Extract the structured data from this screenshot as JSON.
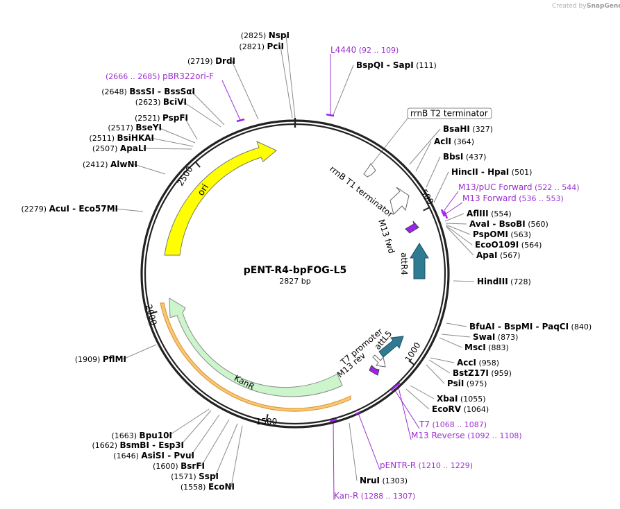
{
  "credit": {
    "created_by": "Created by",
    "brand": "SnapGene"
  },
  "map": {
    "name": "pENT-R4-bpFOG-L5",
    "length_label": "2827 bp",
    "total_bp": 2827,
    "colors": {
      "backbone": "#222222",
      "ori": "#ffff00",
      "kanr": "#ccf5cc",
      "kanr_outline": "#f0b44c",
      "att": "#2f7b93",
      "primer": "#9b2fd0",
      "enzyme_line": "#808080",
      "primer_label": "#9b2fd0"
    },
    "ticks": [
      {
        "bp": 500,
        "label": "500"
      },
      {
        "bp": 1000,
        "label": "1000"
      },
      {
        "bp": 1500,
        "label": "1500"
      },
      {
        "bp": 2000,
        "label": "2000"
      },
      {
        "bp": 2500,
        "label": "2500"
      }
    ],
    "enzymes": [
      {
        "pos": "(2825)",
        "name": "NspI",
        "side": "left"
      },
      {
        "pos": "(2821)",
        "name": "PciI",
        "side": "left"
      },
      {
        "pos": "(2719)",
        "name": "DrdI",
        "side": "left"
      },
      {
        "pos": "(2648)",
        "name": "BssSI  -  BssSαI",
        "side": "left"
      },
      {
        "pos": "(2623)",
        "name": "BciVI",
        "side": "left"
      },
      {
        "pos": "(2521)",
        "name": "PspFI",
        "side": "left"
      },
      {
        "pos": "(2517)",
        "name": "BseYI",
        "side": "left"
      },
      {
        "pos": "(2511)",
        "name": "BsiHKAI",
        "side": "left"
      },
      {
        "pos": "(2507)",
        "name": "ApaLI",
        "side": "left"
      },
      {
        "pos": "(2412)",
        "name": "AlwNI",
        "side": "left"
      },
      {
        "pos": "(2279)",
        "name": "AcuI  -  Eco57MI",
        "side": "left"
      },
      {
        "pos": "(1909)",
        "name": "PflMI",
        "side": "left"
      },
      {
        "pos": "(1663)",
        "name": "Bpu10I",
        "side": "left"
      },
      {
        "pos": "(1662)",
        "name": "BsmBI  -  Esp3I",
        "side": "left"
      },
      {
        "pos": "(1646)",
        "name": "AsiSI  -  PvuI",
        "side": "left"
      },
      {
        "pos": "(1600)",
        "name": "BsrFI",
        "side": "left"
      },
      {
        "pos": "(1571)",
        "name": "SspI",
        "side": "left"
      },
      {
        "pos": "(1558)",
        "name": "EcoNI",
        "side": "left"
      },
      {
        "pos": "(111)",
        "name": "BspQI  -  SapI",
        "side": "right"
      },
      {
        "pos": "(327)",
        "name": "BsaHI",
        "side": "right"
      },
      {
        "pos": "(364)",
        "name": "AclI",
        "side": "right"
      },
      {
        "pos": "(437)",
        "name": "BbsI",
        "side": "right"
      },
      {
        "pos": "(501)",
        "name": "HincII  -  HpaI",
        "side": "right"
      },
      {
        "pos": "(554)",
        "name": "AflIII",
        "side": "right"
      },
      {
        "pos": "(560)",
        "name": "AvaI  -  BsoBI",
        "side": "right"
      },
      {
        "pos": "(563)",
        "name": "PspOMI",
        "side": "right"
      },
      {
        "pos": "(564)",
        "name": "EcoO109I",
        "side": "right"
      },
      {
        "pos": "(567)",
        "name": "ApaI",
        "side": "right"
      },
      {
        "pos": "(728)",
        "name": "HindIII",
        "side": "right"
      },
      {
        "pos": "(840)",
        "name": "BfuAI  -  BspMI  -  PaqCI",
        "side": "right"
      },
      {
        "pos": "(873)",
        "name": "SwaI",
        "side": "right"
      },
      {
        "pos": "(883)",
        "name": "MscI",
        "side": "right"
      },
      {
        "pos": "(958)",
        "name": "AccI",
        "side": "right"
      },
      {
        "pos": "(959)",
        "name": "BstZ17I",
        "side": "right"
      },
      {
        "pos": "(975)",
        "name": "PsiI",
        "side": "right"
      },
      {
        "pos": "(1055)",
        "name": "XbaI",
        "side": "right"
      },
      {
        "pos": "(1064)",
        "name": "EcoRV",
        "side": "right"
      },
      {
        "pos": "(1303)",
        "name": "NruI",
        "side": "right"
      }
    ],
    "primers": [
      {
        "name": "L4440",
        "range": "(92 .. 109)"
      },
      {
        "name": "pBR322ori-F",
        "range": "(2666 .. 2685)"
      },
      {
        "name": "M13/pUC Forward",
        "range": "(522 .. 544)"
      },
      {
        "name": "M13 Forward",
        "range": "(536 .. 553)"
      },
      {
        "name": "T7",
        "range": "(1068 .. 1087)"
      },
      {
        "name": "M13 Reverse",
        "range": "(1092 .. 1108)"
      },
      {
        "name": "pENTR-R",
        "range": "(1210 .. 1229)"
      },
      {
        "name": "Kan-R",
        "range": "(1288 .. 1307)"
      }
    ],
    "features": [
      {
        "name": "ori"
      },
      {
        "name": "KanR"
      },
      {
        "name": "rrnB T2 terminator"
      },
      {
        "name": "rrnB T1 terminator"
      },
      {
        "name": "M13 fwd"
      },
      {
        "name": "attR4"
      },
      {
        "name": "T7 promoter"
      },
      {
        "name": "M13 rev"
      },
      {
        "name": "attL5"
      }
    ]
  }
}
